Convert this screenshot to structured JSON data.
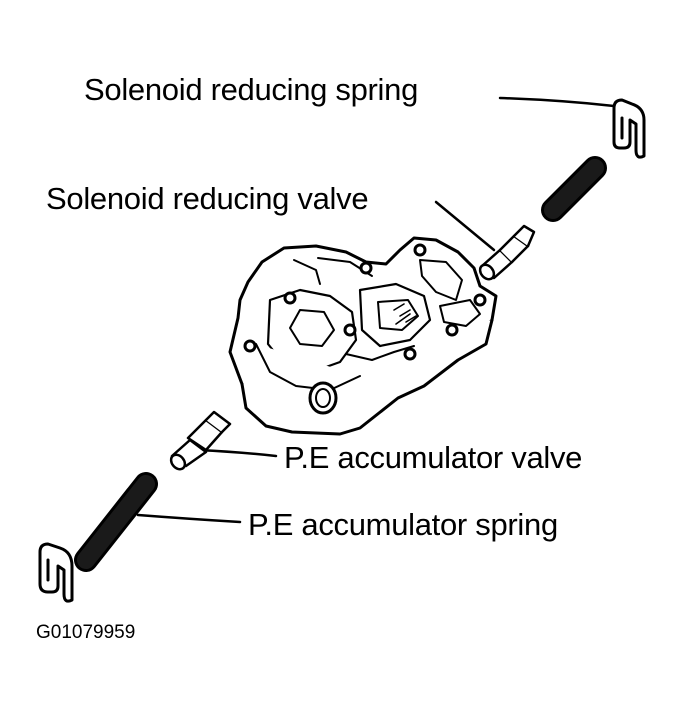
{
  "labels": {
    "solenoid_reducing_spring": "Solenoid reducing spring",
    "solenoid_reducing_valve": "Solenoid reducing valve",
    "pe_accumulator_valve": "P.E accumulator valve",
    "pe_accumulator_spring": "P.E accumulator spring"
  },
  "figure_id": "G01079959"
}
